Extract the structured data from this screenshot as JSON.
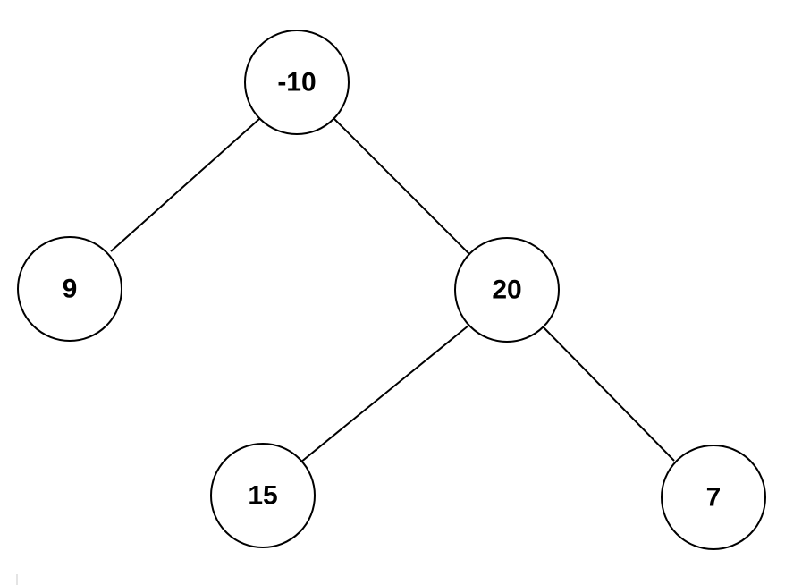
{
  "tree": {
    "nodes": [
      {
        "id": "root",
        "label": "-10"
      },
      {
        "id": "left",
        "label": "9"
      },
      {
        "id": "right",
        "label": "20"
      },
      {
        "id": "right-left",
        "label": "15"
      },
      {
        "id": "right-right",
        "label": "7"
      }
    ],
    "edges": [
      {
        "from": "root",
        "to": "left"
      },
      {
        "from": "root",
        "to": "right"
      },
      {
        "from": "right",
        "to": "right-left"
      },
      {
        "from": "right",
        "to": "right-right"
      }
    ]
  },
  "colors": {
    "stroke": "#000000",
    "fill": "#ffffff",
    "text": "#000000"
  }
}
